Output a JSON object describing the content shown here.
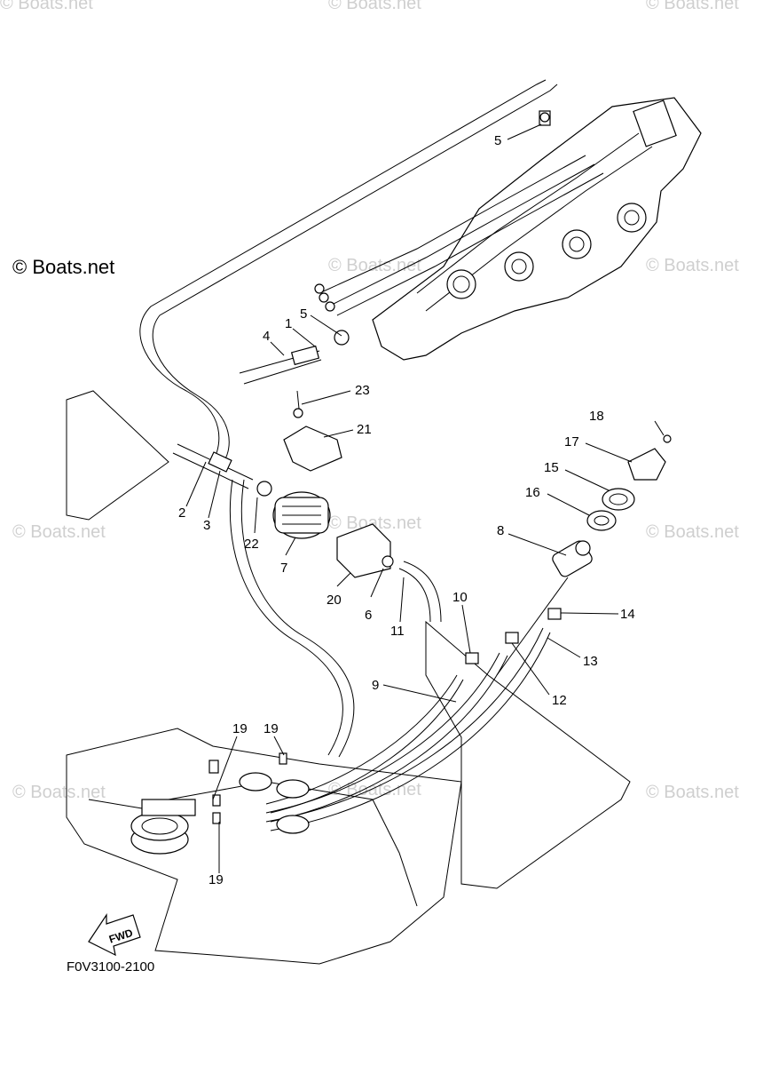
{
  "watermarks": {
    "main": "© Boats.net",
    "faint": "© Boats.net"
  },
  "diagram_code": "F0V3100-2100",
  "fwd_label": "FWD",
  "callouts": [
    "1",
    "2",
    "3",
    "4",
    "5",
    "5",
    "6",
    "7",
    "8",
    "9",
    "10",
    "11",
    "12",
    "13",
    "14",
    "15",
    "16",
    "17",
    "18",
    "19",
    "19",
    "19",
    "20",
    "21",
    "22",
    "23"
  ]
}
